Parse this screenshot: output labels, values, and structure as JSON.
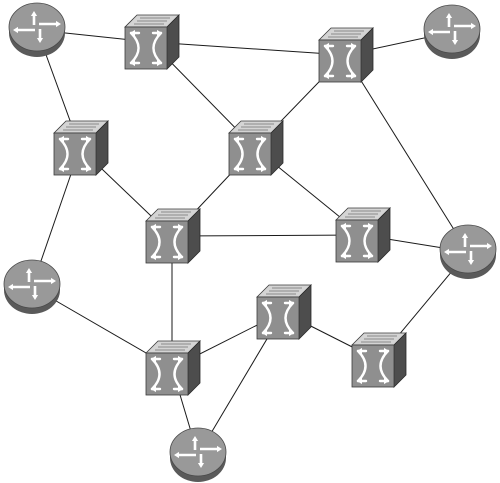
{
  "colors": {
    "background": "#ffffff",
    "link": "#1a1a1a",
    "switch_top": "#d4d4d4",
    "switch_front": "#8f8f8f",
    "switch_side": "#4d4d4d",
    "router_face": "#999999",
    "router_side": "#5a5a5a",
    "icon_glyph": "#ffffff"
  },
  "nodes": [
    {
      "id": "r1",
      "kind": "router",
      "icon": "router-icon"
    },
    {
      "id": "s1",
      "kind": "switch",
      "icon": "atm-switch-icon"
    },
    {
      "id": "s2",
      "kind": "switch",
      "icon": "atm-switch-icon"
    },
    {
      "id": "r2",
      "kind": "router",
      "icon": "router-icon"
    },
    {
      "id": "s3",
      "kind": "switch",
      "icon": "atm-switch-icon"
    },
    {
      "id": "s4",
      "kind": "switch",
      "icon": "atm-switch-icon"
    },
    {
      "id": "s5",
      "kind": "switch",
      "icon": "atm-switch-icon"
    },
    {
      "id": "s6",
      "kind": "switch",
      "icon": "atm-switch-icon"
    },
    {
      "id": "r3",
      "kind": "router",
      "icon": "router-icon"
    },
    {
      "id": "r4",
      "kind": "router",
      "icon": "router-icon"
    },
    {
      "id": "s7",
      "kind": "switch",
      "icon": "atm-switch-icon"
    },
    {
      "id": "s8",
      "kind": "switch",
      "icon": "atm-switch-icon"
    },
    {
      "id": "s9",
      "kind": "switch",
      "icon": "atm-switch-icon"
    },
    {
      "id": "r5",
      "kind": "router",
      "icon": "router-icon"
    }
  ],
  "links": [
    [
      "r1",
      "s1"
    ],
    [
      "r1",
      "s3"
    ],
    [
      "s1",
      "s2"
    ],
    [
      "s1",
      "s4"
    ],
    [
      "s2",
      "r2"
    ],
    [
      "s2",
      "s4"
    ],
    [
      "s2",
      "r3"
    ],
    [
      "s3",
      "r4"
    ],
    [
      "s3",
      "s5"
    ],
    [
      "s4",
      "s5"
    ],
    [
      "s4",
      "s6"
    ],
    [
      "s5",
      "s6"
    ],
    [
      "s6",
      "r3"
    ],
    [
      "r4",
      "s8"
    ],
    [
      "s5",
      "s8"
    ],
    [
      "s7",
      "s8"
    ],
    [
      "s7",
      "s9"
    ],
    [
      "s9",
      "r3"
    ],
    [
      "s8",
      "r5"
    ],
    [
      "s7",
      "r5"
    ]
  ]
}
